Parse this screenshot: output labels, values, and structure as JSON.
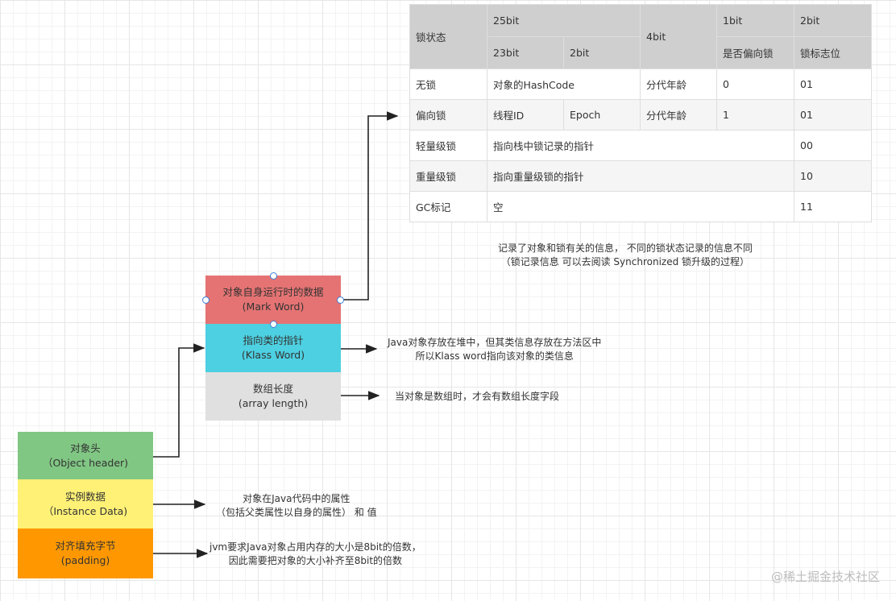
{
  "table": {
    "header_row1": [
      "锁状态",
      "25bit",
      "4bit",
      "1bit",
      "2bit"
    ],
    "header_row2": [
      "23bit",
      "2bit",
      "是否偏向锁",
      "锁标志位"
    ],
    "rows": [
      {
        "state": "无锁",
        "c1": "对象的HashCode",
        "age": "分代年龄",
        "biased": "0",
        "flag": "01"
      },
      {
        "state": "偏向锁",
        "c1": "线程ID",
        "c2": "Epoch",
        "age": "分代年龄",
        "biased": "1",
        "flag": "01"
      },
      {
        "state": "轻量级锁",
        "c1": "指向栈中锁记录的指针",
        "flag": "00"
      },
      {
        "state": "重量级锁",
        "c1": "指向重量级锁的指针",
        "flag": "10"
      },
      {
        "state": "GC标记",
        "c1": "空",
        "flag": "11"
      }
    ]
  },
  "table_note": {
    "line1": "记录了对象和锁有关的信息，  不同的锁状态记录的信息不同",
    "line2": "（锁记录信息 可以去阅读 Synchronized  锁升级的过程）"
  },
  "header_parts": {
    "mark_word": {
      "line1": "对象自身运行时的数据",
      "line2": "(Mark Word)",
      "color": "#e57373"
    },
    "klass_word": {
      "line1": "指向类的指针",
      "line2": "(Klass Word)",
      "color": "#4dd0e1"
    },
    "array_length": {
      "line1": "数组长度",
      "line2": "(array length)",
      "color": "#e0e0e0"
    }
  },
  "notes": {
    "klass": {
      "line1": "Java对象存放在堆中，但其类信息存放在方法区中",
      "line2": "所以Klass word指向该对象的类信息"
    },
    "array": {
      "line1": "当对象是数组时，才会有数组长度字段"
    },
    "instance": {
      "line1": "对象在Java代码中的属性",
      "line2": "（包括父类属性以自身的属性）  和  值"
    },
    "padding": {
      "line1": "jvm要求Java对象占用内存的大小是8bit的倍数，",
      "line2": "因此需要把对象的大小补齐至8bit的倍数"
    }
  },
  "object_layout": {
    "header": {
      "line1": "对象头",
      "line2": "（Object header)",
      "color": "#81c784"
    },
    "instance": {
      "line1": "实例数据",
      "line2": "（Instance Data)",
      "color": "#fff176"
    },
    "padding": {
      "line1": "对齐填充字节",
      "line2": "(padding)",
      "color": "#ff9800"
    }
  },
  "watermark": "@稀土掘金技术社区"
}
